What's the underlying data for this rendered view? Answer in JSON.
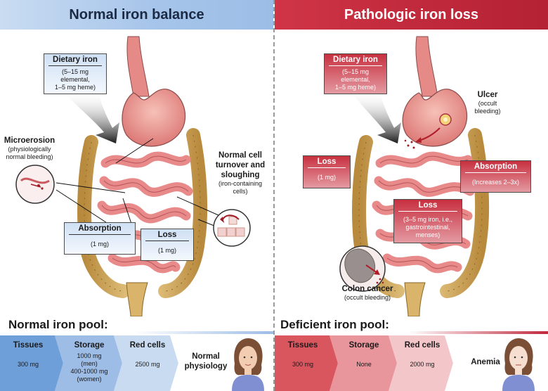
{
  "left": {
    "header": "Normal iron balance",
    "dietary": {
      "title": "Dietary iron",
      "sub1": "(5–15 mg elemental,",
      "sub2": "1–5 mg heme)"
    },
    "microerosion": {
      "title": "Microerosion",
      "sub1": "(physiologically",
      "sub2": "normal bleeding)"
    },
    "normal_cell": {
      "l1": "Normal cell",
      "l2": "turnover and",
      "l3": "sloughing",
      "sub1": "(iron-containing",
      "sub2": "cells)"
    },
    "absorption": {
      "title": "Absorption",
      "sub": "(1 mg)"
    },
    "loss": {
      "title": "Loss",
      "sub": "(1 mg)"
    },
    "pool_title": "Normal iron pool:",
    "pool": [
      {
        "title": "Tissues",
        "value": "300 mg"
      },
      {
        "title": "Storage",
        "v1": "1000 mg",
        "v2": "(men)",
        "v3": "400-1000 mg",
        "v4": "(women)"
      },
      {
        "title": "Red cells",
        "value": "2500 mg"
      }
    ],
    "end_label": {
      "l1": "Normal",
      "l2": "physiology"
    }
  },
  "right": {
    "header": "Pathologic iron loss",
    "dietary": {
      "title": "Dietary iron",
      "sub1": "(5–15 mg elemental,",
      "sub2": "1–5 mg heme)"
    },
    "ulcer": {
      "title": "Ulcer",
      "sub1": "(occult",
      "sub2": "bleeding)"
    },
    "loss_small": {
      "title": "Loss",
      "sub": "(1 mg)"
    },
    "absorption": {
      "title": "Absorption",
      "sub": "(Increases 2–3x)"
    },
    "loss_big": {
      "title": "Loss",
      "sub1": "(3–5 mg iron, i.e.,",
      "sub2": "gastrointestinal,",
      "sub3": "menses)"
    },
    "colon": {
      "title": "Colon cancer",
      "sub": "(occult bleeding)"
    },
    "pool_title": "Deficient iron pool:",
    "pool": [
      {
        "title": "Tissues",
        "value": "300 mg"
      },
      {
        "title": "Storage",
        "value": "None"
      },
      {
        "title": "Red cells",
        "value": "2000 mg"
      }
    ],
    "end_label": "Anemia"
  },
  "colors": {
    "normal_accent": "#9cbde6",
    "patho_accent": "#c0293b",
    "intestine": "#e8898a",
    "colon": "#d9b46a",
    "stomach": "#e58a86"
  },
  "icons": [
    "digestive-tract-illustration",
    "woman-avatar"
  ]
}
